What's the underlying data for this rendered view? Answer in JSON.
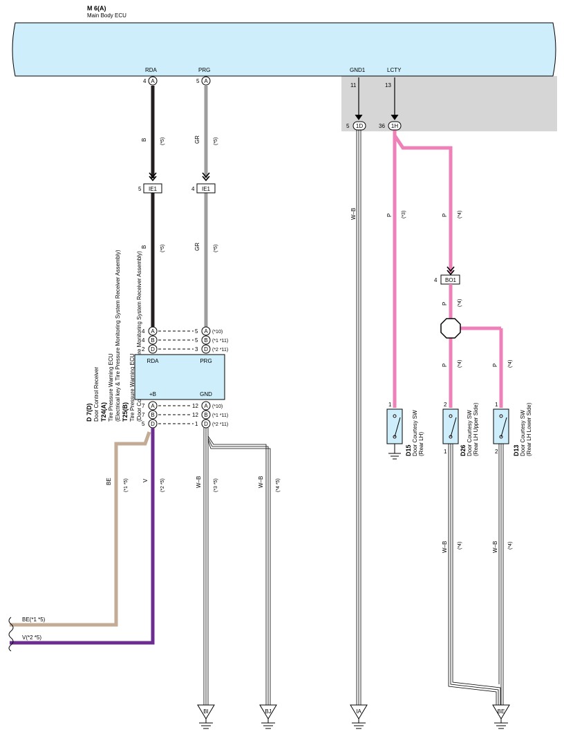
{
  "ecu": {
    "code": "M 6(A)",
    "name": "Main Body ECU"
  },
  "ecu_pins": {
    "rda": {
      "name": "RDA",
      "num": "4",
      "conn": "A"
    },
    "prg": {
      "name": "PRG",
      "num": "5",
      "conn": "A"
    },
    "gnd1": {
      "name": "GND1",
      "num": "11",
      "jnum": "5",
      "jconn": "1D"
    },
    "lcty": {
      "name": "LCTY",
      "num": "13",
      "jnum": "36",
      "jconn": "1H"
    }
  },
  "wires": {
    "rda_upper": {
      "color": "B",
      "note": "(*5)"
    },
    "prg_upper": {
      "color": "GR",
      "note": "(*5)"
    },
    "rda_lower": {
      "color": "B",
      "note": "(*5)"
    },
    "prg_lower": {
      "color": "GR",
      "note": "(*5)"
    },
    "gnd1": {
      "color": "W–B"
    },
    "lcty_left": {
      "color": "P",
      "note": "(*3)"
    },
    "lcty_right": {
      "color": "P",
      "note": "(*4)"
    },
    "bo1_down": {
      "color": "P",
      "note": "(*4)"
    },
    "d26_up": {
      "color": "P",
      "note": "(*4)"
    },
    "d13_up": {
      "color": "P",
      "note": "(*4)"
    },
    "be": {
      "color": "BE",
      "note": "(*1 *5)"
    },
    "v": {
      "color": "V",
      "note": "(*2 *5)"
    },
    "gnd_bi": {
      "color": "W–B",
      "note": "(*3 *5)"
    },
    "gnd_bj": {
      "color": "W–B",
      "note": "(*4 *5)"
    },
    "d26_gnd": {
      "color": "W–B",
      "note": "(*4)"
    },
    "d13_gnd": {
      "color": "W–B",
      "note": "(*4)"
    }
  },
  "connectors": {
    "ie1_rda": {
      "num": "5",
      "label": "IE1"
    },
    "ie1_prg": {
      "num": "4",
      "label": "IE1"
    },
    "bo1": {
      "num": "4",
      "label": "BO1"
    }
  },
  "receiver": {
    "label_code": "D 7(D)",
    "label_name": "Door Control Receiver",
    "label_t24": "T24(A)",
    "label_t24_name": "Tire Pressure Warning ECU",
    "label_t24_sub": "(Electrical key & Tire Pressure Monitoring System Receiver Assembly)",
    "label_t25": "T25(B)",
    "label_t25_name": "Tire Pressure Warning ECU",
    "label_t25_sub": "(Door Control & Tire Pressure Monitoring System Receiver Assembly)",
    "pin_rda": "RDA",
    "pin_prg": "PRG",
    "pin_b": "+B",
    "pin_gnd": "GND",
    "top_left": [
      {
        "num": "4",
        "conn": "A"
      },
      {
        "num": "4",
        "conn": "B"
      },
      {
        "num": "2",
        "conn": "D"
      }
    ],
    "top_right": [
      {
        "num": "5",
        "conn": "A",
        "note": "(*10)"
      },
      {
        "num": "5",
        "conn": "B",
        "note": "(*1 *11)"
      },
      {
        "num": "3",
        "conn": "D",
        "note": "(*2 *11)"
      }
    ],
    "bottom_left": [
      {
        "num": "7",
        "conn": "A"
      },
      {
        "num": "7",
        "conn": "B"
      },
      {
        "num": "5",
        "conn": "D"
      }
    ],
    "bottom_right": [
      {
        "num": "12",
        "conn": "A",
        "note": "(*10)"
      },
      {
        "num": "12",
        "conn": "B",
        "note": "(*1 *11)"
      },
      {
        "num": "1",
        "conn": "D",
        "note": "(*2 *11)"
      }
    ]
  },
  "switches": {
    "d15": {
      "code": "D15",
      "name": "Door Courtesy SW",
      "pos": "(Rear LH)",
      "pin_top": "1"
    },
    "d26": {
      "code": "D26",
      "name": "Door Courtesy SW",
      "pos": "(Rear LH Upper Side)",
      "pin_top": "2",
      "pin_bottom": "1"
    },
    "d13": {
      "code": "D13",
      "name": "Door Courtesy SW",
      "pos": "(Rear LH Lower Side)",
      "pin_top": "1",
      "pin_bottom": "2"
    }
  },
  "grounds": {
    "bi": "BI",
    "bj": "BJ",
    "ia": "IA",
    "be": "BE"
  },
  "left_terms": {
    "be": "BE(*1 *5)",
    "v": "V(*2 *5)"
  },
  "colors": {
    "ecu_fill": "#cdeefa",
    "receiver_fill": "#cdeefa",
    "gray_zone": "#d6d6d7",
    "wire_b": "#231f20",
    "wire_gr": "#9d9d9d",
    "wire_p": "#ee82b8",
    "wire_be": "#c3ab95",
    "wire_v": "#6c2d91"
  }
}
